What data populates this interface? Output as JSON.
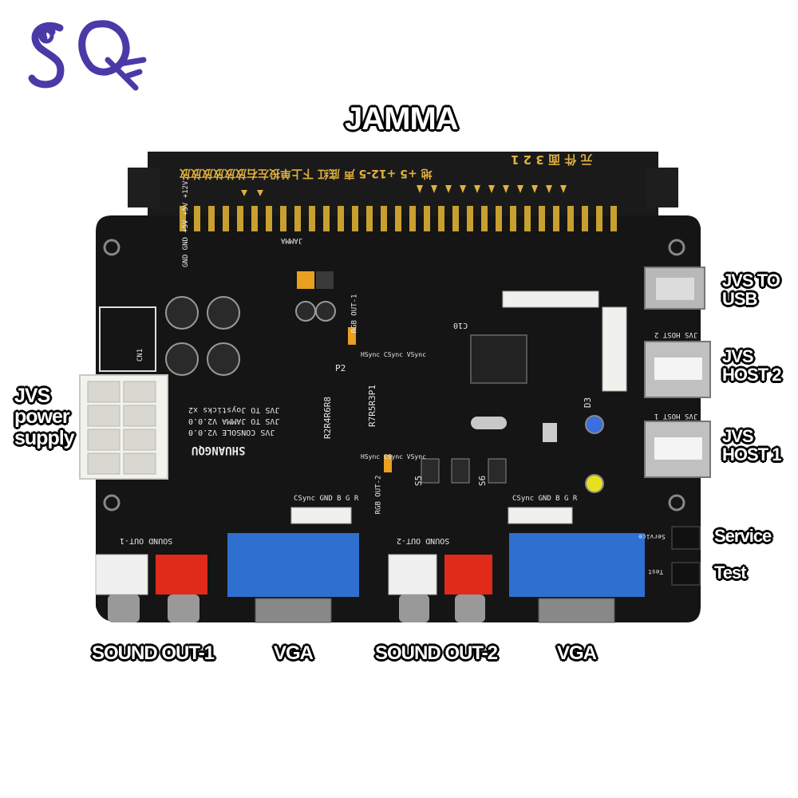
{
  "logo": {
    "text": "SQ",
    "color": "#4a3aa8"
  },
  "callouts": {
    "jamma": "JAMMA",
    "jvs_to_usb_line1": "JVS TO",
    "jvs_to_usb_line2": "USB",
    "jvs_host2_line1": "JVS",
    "jvs_host2_line2": "HOST 2",
    "jvs_host1_line1": "JVS",
    "jvs_host1_line2": "HOST 1",
    "jvs_power_line1": "JVS",
    "jvs_power_line2": "power",
    "jvs_power_line3": "supply",
    "service": "Service",
    "test": "Test",
    "sound_out_1": "SOUND OUT-1",
    "vga_1": "VGA",
    "sound_out_2": "SOUND OUT-2",
    "vga_2": "VGA"
  },
  "board_silkscreen": {
    "version_line1": "JVS TO Joysticks x2",
    "version_line2": "JVS TO JAMMA V2.0.0",
    "version_line3": "JVS CONSOLE V2.0.0",
    "brand": "SHUANGQU",
    "jamma_label": "JAMMA",
    "sound_out_1_silk": "SOUND OUT-1",
    "sound_out_2_silk": "SOUND OUT-2",
    "rgb_out_1_silk": "RGB OUT-1",
    "rgb_out_2_silk": "RGB OUT-2",
    "rgb_pins": "CSync GND B G R",
    "csync_opts": "HSync CSync VSync",
    "jvs_host1_silk": "JVS HOST 1",
    "jvs_host2_silk": "JVS HOST 2",
    "service_silk": "Service",
    "test_silk": "Test",
    "cn1": "CN1",
    "p2": "P2",
    "p1": "P1",
    "s5": "S5",
    "s6": "S6",
    "d3": "D3",
    "c10": "C10",
    "r_labels": "R2R4R6R8",
    "r_labels2": "R7R5R3P1",
    "edge_pins": "GND GND +5V +5V +12V",
    "chinese_top": "元 件 面  3 2 1",
    "chinese_mid": "地  +5 +12-5  声  底红  下上单投左右放放放放放放"
  },
  "colors": {
    "pcb": "#151515",
    "connector_gold": "#c8a030",
    "vga_blue": "#2f6fd0",
    "rca_red": "#e02a1a",
    "rca_white": "#f0f0f0",
    "led_blue": "#3b6fe0",
    "led_yellow": "#e6e020"
  }
}
